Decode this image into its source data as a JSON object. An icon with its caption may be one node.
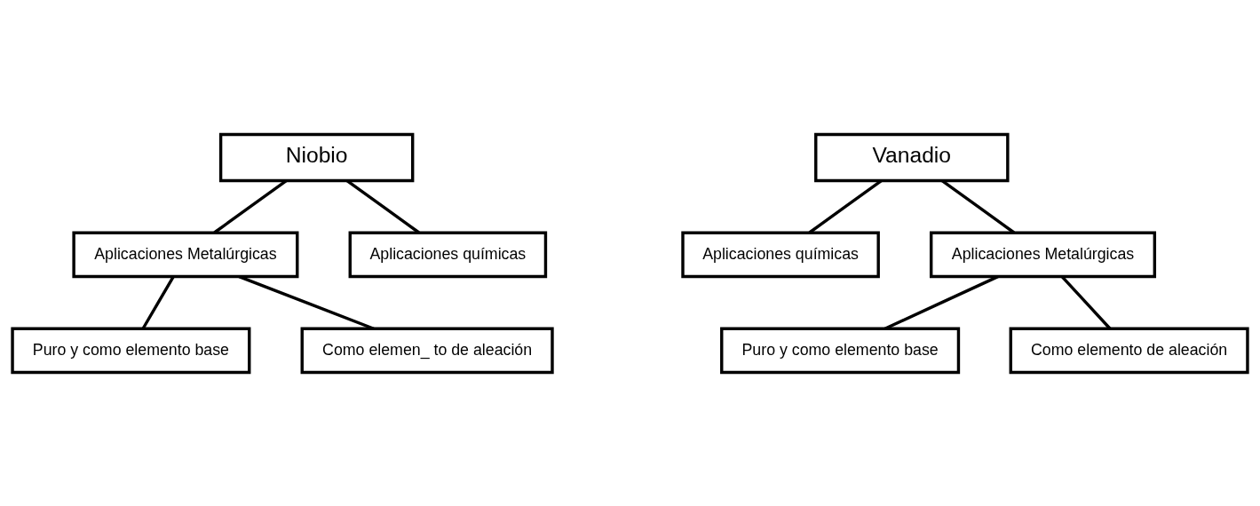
{
  "diagram": {
    "nodes": [
      {
        "text": [
          "Niobio"
        ]
      },
      {
        "text": [
          "Aplicaciones Metalúrgicas"
        ]
      },
      {
        "text": [
          "Aplicaciones químicas"
        ]
      },
      {
        "text": [
          "Puro y como elemento base"
        ]
      },
      {
        "text": [
          "Como elemen_ to de aleación"
        ]
      },
      {
        "text": [
          "Vanadio"
        ]
      },
      {
        "text": [
          "Aplicaciones químicas"
        ]
      },
      {
        "text": [
          "Aplicaciones Metalúrgicas"
        ]
      },
      {
        "text": [
          "Puro y como elemento base"
        ]
      },
      {
        "text": [
          "Como elemento de aleación"
        ]
      }
    ],
    "edges": [
      {
        "from": 0,
        "to": 1,
        "arrow": "none"
      },
      {
        "from": 0,
        "to": 2,
        "arrow": "none"
      },
      {
        "from": 1,
        "to": 3,
        "arrow": "none"
      },
      {
        "from": 1,
        "to": 4,
        "arrow": "none"
      },
      {
        "from": 5,
        "to": 6,
        "arrow": "none"
      },
      {
        "from": 5,
        "to": 7,
        "arrow": "none"
      },
      {
        "from": 7,
        "to": 8,
        "arrow": "none"
      },
      {
        "from": 7,
        "to": 9,
        "arrow": "none"
      }
    ]
  }
}
